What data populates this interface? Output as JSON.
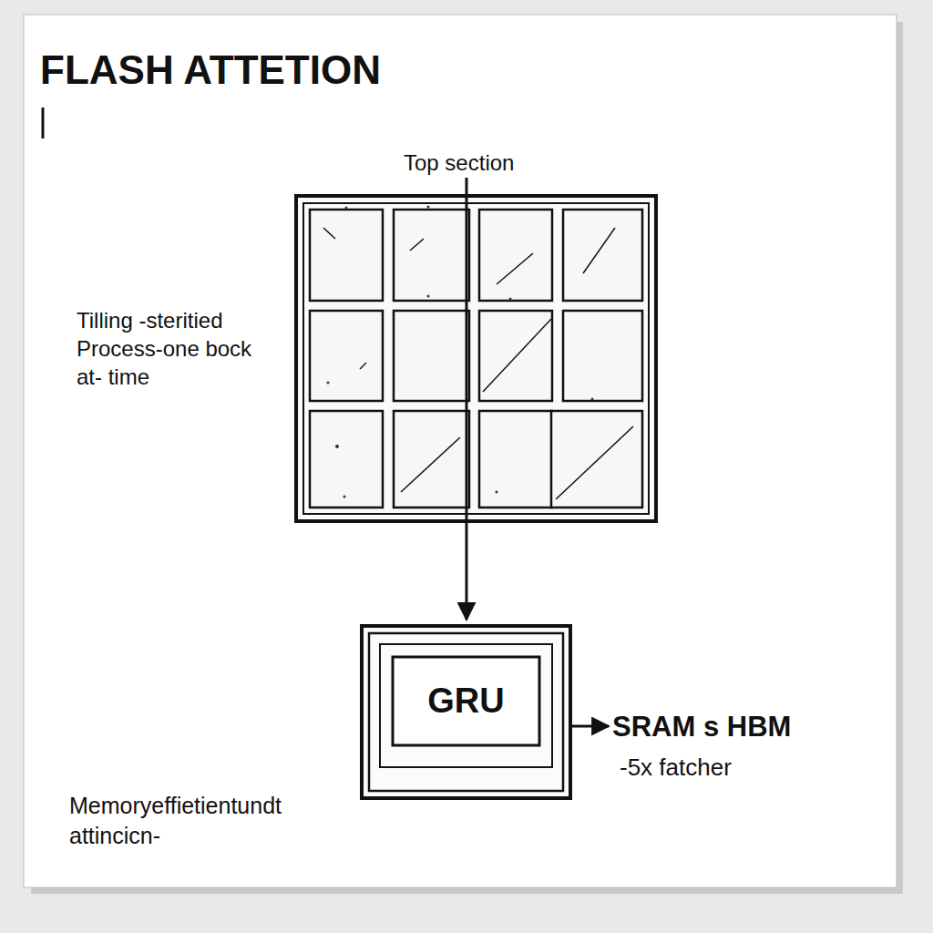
{
  "diagram": {
    "title": "FLASH ATTETION",
    "nodes": [
      {
        "text": [
          "GRU"
        ]
      }
    ],
    "labels": [
      "Top section",
      "Tilling -steritied Process-one bock at- time",
      "SRAM s HBM",
      "-5x fatcher",
      "Memoryeffietientundt attincicn-"
    ]
  }
}
